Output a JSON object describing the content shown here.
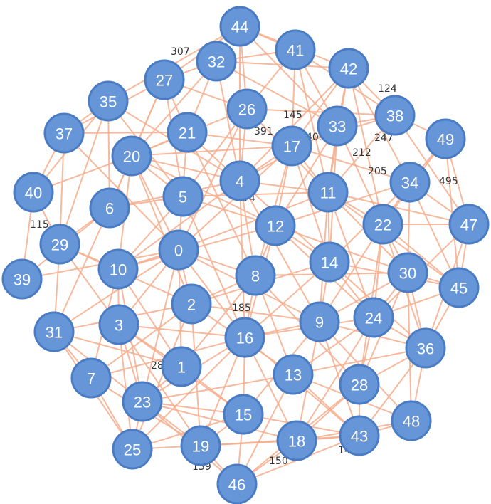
{
  "colors": {
    "node_fill": "#6796d8",
    "node_stroke": "#4a7cc4",
    "edge": "#f6ad8c",
    "edge_label": "#333333"
  },
  "nodes": [
    {
      "id": "44",
      "label": "44"
    },
    {
      "id": "41",
      "label": "41"
    },
    {
      "id": "32",
      "label": "32"
    },
    {
      "id": "42",
      "label": "42"
    },
    {
      "id": "27",
      "label": "27"
    },
    {
      "id": "35",
      "label": "35"
    },
    {
      "id": "26",
      "label": "26"
    },
    {
      "id": "38",
      "label": "38"
    },
    {
      "id": "33",
      "label": "33"
    },
    {
      "id": "49",
      "label": "49"
    },
    {
      "id": "37",
      "label": "37"
    },
    {
      "id": "21",
      "label": "21"
    },
    {
      "id": "17",
      "label": "17"
    },
    {
      "id": "20",
      "label": "20"
    },
    {
      "id": "34",
      "label": "34"
    },
    {
      "id": "4",
      "label": "4"
    },
    {
      "id": "11",
      "label": "11"
    },
    {
      "id": "40",
      "label": "40"
    },
    {
      "id": "5",
      "label": "5"
    },
    {
      "id": "6",
      "label": "6"
    },
    {
      "id": "47",
      "label": "47"
    },
    {
      "id": "22",
      "label": "22"
    },
    {
      "id": "12",
      "label": "12"
    },
    {
      "id": "29",
      "label": "29"
    },
    {
      "id": "0",
      "label": "0"
    },
    {
      "id": "14",
      "label": "14"
    },
    {
      "id": "30",
      "label": "30"
    },
    {
      "id": "10",
      "label": "10"
    },
    {
      "id": "8",
      "label": "8"
    },
    {
      "id": "39",
      "label": "39"
    },
    {
      "id": "45",
      "label": "45"
    },
    {
      "id": "2",
      "label": "2"
    },
    {
      "id": "24",
      "label": "24"
    },
    {
      "id": "3",
      "label": "3"
    },
    {
      "id": "9",
      "label": "9"
    },
    {
      "id": "31",
      "label": "31"
    },
    {
      "id": "16",
      "label": "16"
    },
    {
      "id": "36",
      "label": "36"
    },
    {
      "id": "1",
      "label": "1"
    },
    {
      "id": "7",
      "label": "7"
    },
    {
      "id": "13",
      "label": "13"
    },
    {
      "id": "28",
      "label": "28"
    },
    {
      "id": "23",
      "label": "23"
    },
    {
      "id": "15",
      "label": "15"
    },
    {
      "id": "48",
      "label": "48"
    },
    {
      "id": "43",
      "label": "43"
    },
    {
      "id": "18",
      "label": "18"
    },
    {
      "id": "25",
      "label": "25"
    },
    {
      "id": "19",
      "label": "19"
    },
    {
      "id": "46",
      "label": "46"
    }
  ],
  "edge_labels": [
    "115",
    "139",
    "140",
    "150",
    "280",
    "185",
    "391",
    "145",
    "405",
    "247",
    "212",
    "205",
    "495",
    "414",
    "307",
    "124"
  ]
}
